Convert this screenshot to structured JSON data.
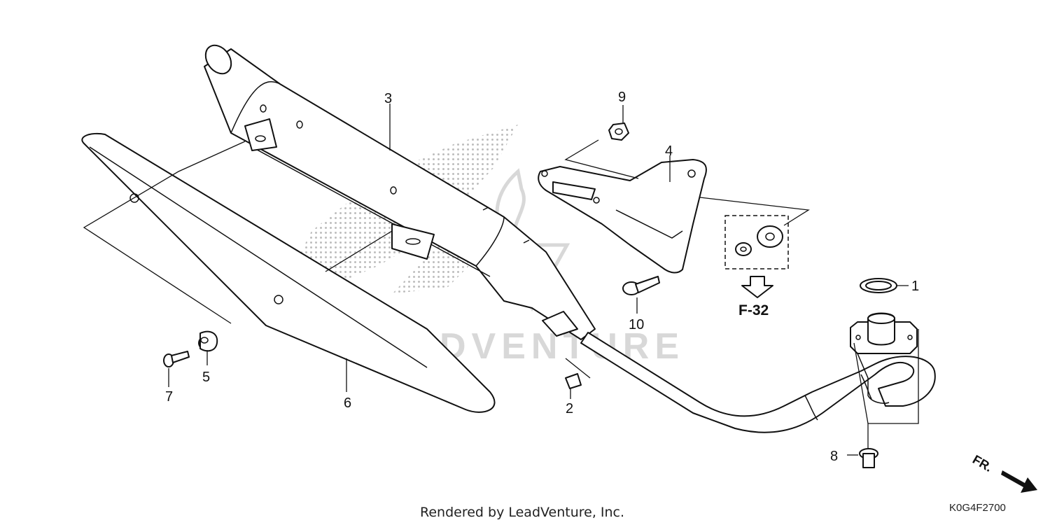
{
  "callouts": [
    {
      "id": "1",
      "label": "1"
    },
    {
      "id": "2",
      "label": "2"
    },
    {
      "id": "3",
      "label": "3"
    },
    {
      "id": "4",
      "label": "4"
    },
    {
      "id": "5",
      "label": "5"
    },
    {
      "id": "6",
      "label": "6"
    },
    {
      "id": "7",
      "label": "7"
    },
    {
      "id": "8",
      "label": "8"
    },
    {
      "id": "9",
      "label": "9"
    },
    {
      "id": "10",
      "label": "10"
    }
  ],
  "reference": {
    "label": "F-32"
  },
  "direction": {
    "label": "FR."
  },
  "footer": {
    "rendered_by": "Rendered by LeadVenture, Inc."
  },
  "diagram_code": "K0G4F2700",
  "watermark": {
    "text": "LEADVENTURE"
  },
  "colors": {
    "line": "#111111",
    "watermark": "#d8d8d8",
    "background": "#ffffff"
  }
}
